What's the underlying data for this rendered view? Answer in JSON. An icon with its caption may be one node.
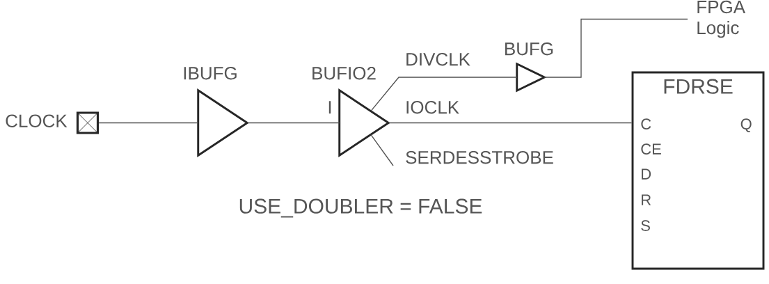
{
  "diagram": {
    "nodes": [
      {
        "text": [],
        "shape": "box",
        "beside": [
          "CLOCK"
        ]
      },
      {
        "text": [
          "IBUFG"
        ]
      },
      {
        "text": [
          "BUFIO2"
        ],
        "beside": [
          "I"
        ]
      },
      {
        "text": [
          "BUFG"
        ]
      },
      {
        "text": [
          "FPGA Logic"
        ]
      },
      {
        "text": [
          "FDRSE",
          "C",
          "CE",
          "D",
          "R",
          "S",
          "Q"
        ]
      }
    ],
    "edges": [
      {
        "from": 0,
        "to": 1,
        "arrow": "none"
      },
      {
        "from": 1,
        "to": 2,
        "arrow": "none"
      },
      {
        "from": 2,
        "to": 3,
        "arrow": "none",
        "label": "DIVCLK"
      },
      {
        "from": 3,
        "to": 4,
        "arrow": "none"
      },
      {
        "from": 2,
        "to": 5,
        "arrow": "none",
        "label": "IOCLK"
      },
      {
        "from": 2,
        "to": null,
        "arrow": "none",
        "label": "SERDESSTROBE"
      }
    ],
    "labels": [
      "USE_DOUBLER = FALSE"
    ]
  }
}
